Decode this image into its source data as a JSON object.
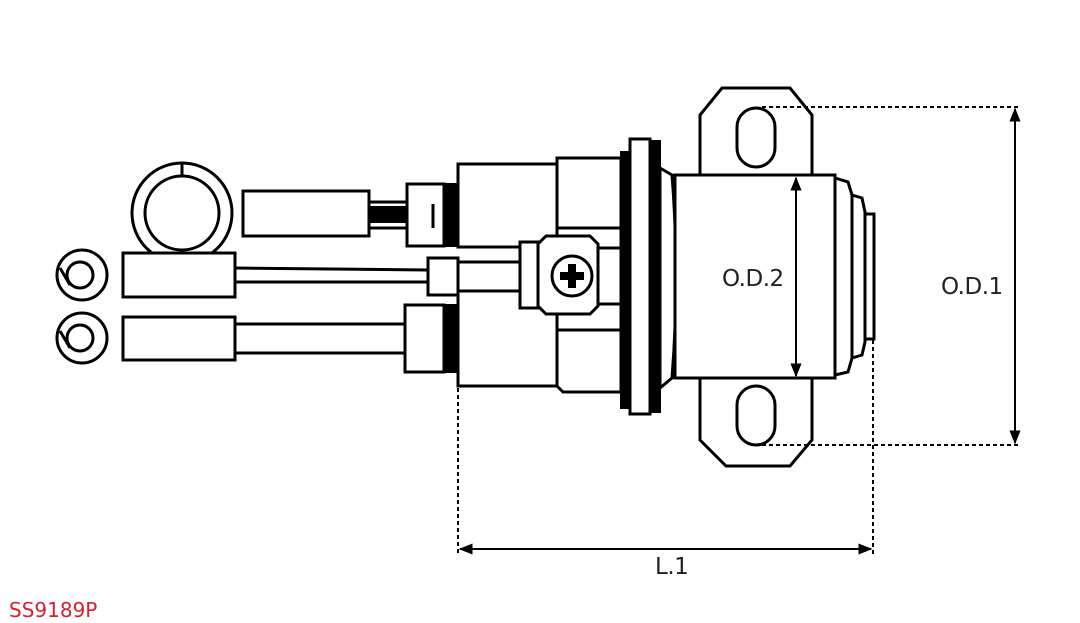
{
  "product_code": "SS9189P",
  "dimensions": {
    "od2": "O.D.2",
    "od1": "O.D.1",
    "l1": "L.1"
  },
  "colors": {
    "code_text": "#d42030",
    "line": "#000000"
  }
}
